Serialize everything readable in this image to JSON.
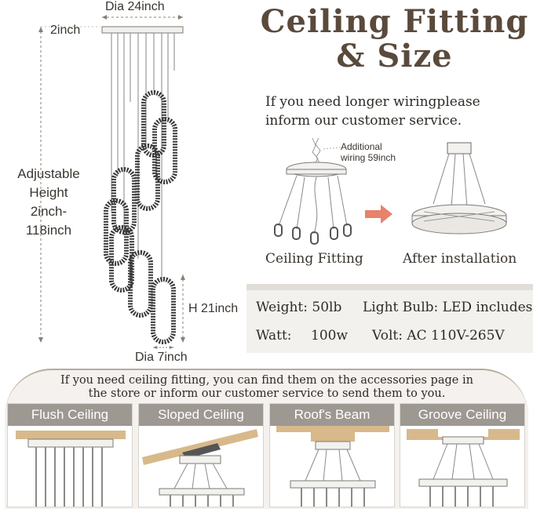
{
  "title": {
    "line1": "Ceiling Fitting",
    "line2": "& Size"
  },
  "wiring_note": {
    "line1": "If you need longer wiringplease",
    "line2": "inform our customer service."
  },
  "dimensions": {
    "canopy_diameter": "Dia 24inch",
    "canopy_height": "2inch",
    "adjustable_line1": "Adjustable",
    "adjustable_line2": "Height",
    "adjustable_line3": "2inch-118inch",
    "pendant_height": "H 21inch",
    "pendant_diameter": "Dia 7inch"
  },
  "diagram": {
    "additional_line1": "Additional",
    "additional_line2": "wiring 59inch",
    "left_caption": "Ceiling Fitting",
    "right_caption": "After installation"
  },
  "specs": {
    "weight": "Weight: 50lb",
    "bulb": "Light Bulb: LED includes",
    "watt_label": "Watt:",
    "watt_value": "100w",
    "volt": "Volt: AC 110V-265V"
  },
  "info": {
    "line1": "If you need ceiling fitting, you can find them on the accessories page in",
    "line2": "the store or inform our customer service to send them to you."
  },
  "ceiling_types": [
    {
      "label": "Flush Ceiling"
    },
    {
      "label": "Sloped Ceiling"
    },
    {
      "label": "Roof's Beam"
    },
    {
      "label": "Groove Ceiling"
    }
  ],
  "colors": {
    "accent_brown": "#5a4a3c",
    "wood": "#d7b98b",
    "panel_bg": "#f4f1ee",
    "header_gray": "#9e9892",
    "arrow": "#e8826a"
  }
}
